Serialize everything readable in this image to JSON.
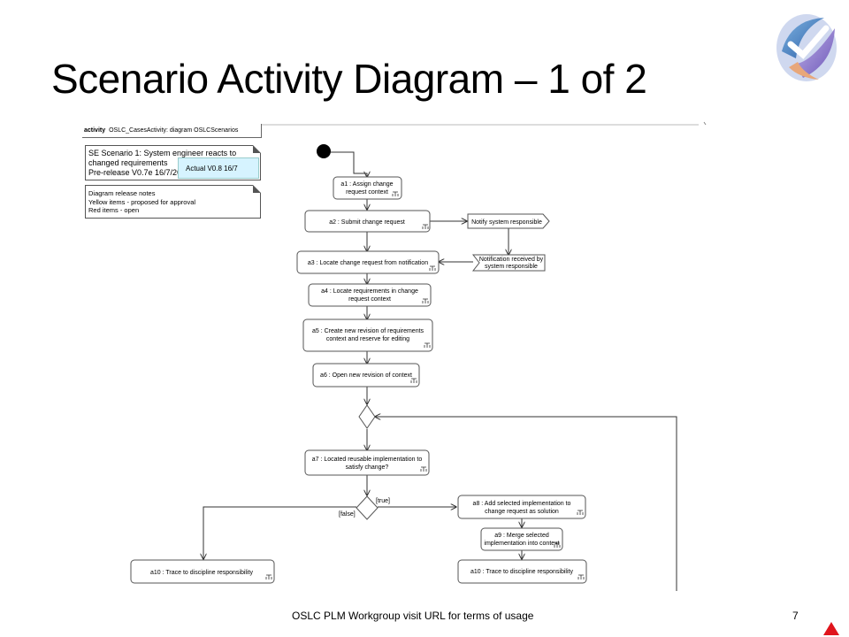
{
  "slide": {
    "title": "Scenario Activity Diagram – 1 of 2",
    "footer": "OSLC PLM Workgroup visit URL for terms of usage",
    "page_number": "7"
  },
  "frame": {
    "keyword": "activity",
    "label": "OSLC_CasesActivity: diagram OSLCScenarios"
  },
  "notes": {
    "scenario_lines": [
      "SE Scenario 1: System engineer reacts to",
      "changed requirements",
      "Pre-release V0.7e 16/7/20"
    ],
    "actual_tag": "Actual V0.8 16/7",
    "release_lines": [
      "Diagram release notes",
      "Yellow items - proposed for approval",
      "Red items - open"
    ]
  },
  "actions": {
    "a1": [
      "a1 : Assign change",
      "request context"
    ],
    "a2": [
      "a2 : Submit change request"
    ],
    "a3": [
      "a3 : Locate change request from notification"
    ],
    "a4": [
      "a4 : Locate requirements in change",
      "request context"
    ],
    "a5": [
      "a5 : Create new revision of requirements",
      "context and reserve for editing"
    ],
    "a6": [
      "a6 : Open new revision of context"
    ],
    "a7": [
      "a7 : Located reusable implementation to",
      "satisfy change?"
    ],
    "a8": [
      "a8 : Add selected implementation to",
      "change request as solution"
    ],
    "a9": [
      "a9 : Merge selected",
      "implementation into context"
    ],
    "a10_left": [
      "a10 : Trace to discipline responsibility"
    ],
    "a10_right": [
      "a10 : Trace to discipline responsibility"
    ]
  },
  "signals": {
    "send": [
      "Notify system responsible"
    ],
    "accept": [
      "Notification received by",
      "system responsible"
    ]
  },
  "guards": {
    "true": "[true]",
    "false": "[false]"
  }
}
